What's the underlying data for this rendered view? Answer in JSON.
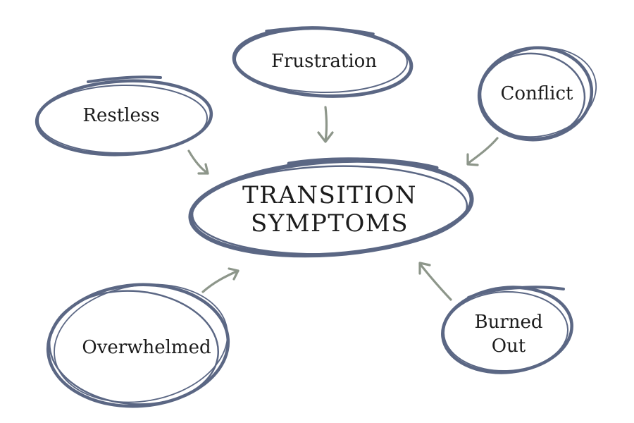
{
  "diagram": {
    "center": {
      "line1": "TRANSITION",
      "line2": "SYMPTOMS"
    },
    "nodes": {
      "restless": {
        "label": "Restless"
      },
      "frustration": {
        "label": "Frustration"
      },
      "conflict": {
        "label": "Conflict"
      },
      "overwhelmed": {
        "label": "Overwhelmed"
      },
      "burned_out": {
        "line1": "Burned",
        "line2": "Out"
      }
    },
    "colors": {
      "ring": "#5b6784",
      "arrow": "#8d968a",
      "text": "#1c1c1c"
    }
  }
}
